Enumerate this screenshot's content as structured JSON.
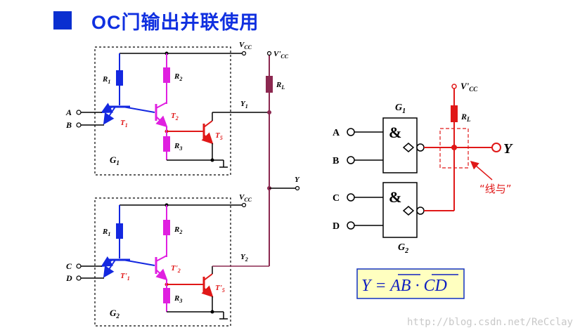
{
  "title": "OC门输出并联使用",
  "watermark": "http://blog.csdn.net/ReCclay",
  "colors": {
    "title": "#1030e0",
    "blue": "#1428e0",
    "magenta": "#e020e0",
    "red": "#e01818",
    "maroon": "#8c2850",
    "black": "#000000"
  },
  "circuit1": {
    "vcc": "V",
    "vcc_sub": "CC",
    "input_a": "A",
    "input_b": "B",
    "r1": "R",
    "r1_sub": "1",
    "r2": "R",
    "r2_sub": "2",
    "r3": "R",
    "r3_sub": "3",
    "t1": "T",
    "t1_sub": "1",
    "t2": "T",
    "t2_sub": "2",
    "t5": "T",
    "t5_sub": "5",
    "gate": "G",
    "gate_sub": "1",
    "out": "Y",
    "out_sub": "1"
  },
  "circuit2": {
    "vcc": "V",
    "vcc_sub": "CC",
    "input_c": "C",
    "input_d": "D",
    "r1": "R",
    "r1_sub": "1",
    "r2": "R",
    "r2_sub": "2",
    "r3": "R",
    "r3_sub": "3",
    "t1": "T'",
    "t1_sub": "1",
    "t2": "T'",
    "t2_sub": "2",
    "t5": "T'",
    "t5_sub": "5",
    "gate": "G",
    "gate_sub": "2",
    "out": "Y",
    "out_sub": "2"
  },
  "load": {
    "vcc": "V'",
    "vcc_sub": "CC",
    "rl": "R",
    "rl_sub": "L",
    "y": "Y"
  },
  "logic": {
    "g1": "G",
    "g1_sub": "1",
    "g2": "G",
    "g2_sub": "2",
    "a": "A",
    "b": "B",
    "c": "C",
    "d": "D",
    "and_symbol": "&",
    "vcc": "V'",
    "vcc_sub": "CC",
    "rl": "R",
    "rl_sub": "L",
    "y": "Y",
    "wired_and": "“线与”"
  },
  "formula": {
    "lhs": "Y = ",
    "ab": "AB",
    "dot": " · ",
    "cd": "CD"
  }
}
